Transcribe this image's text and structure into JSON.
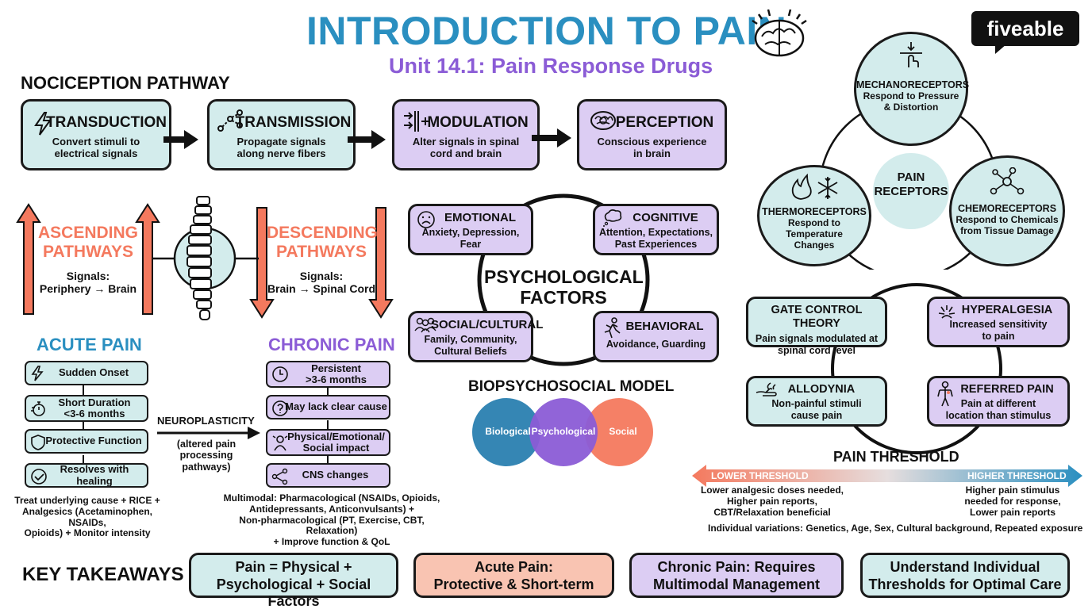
{
  "title": "INTRODUCTION TO PAIN",
  "subtitle": "Unit 14.1: Pain Response Drugs",
  "logo": "fiveable",
  "nociception": {
    "heading": "NOCICEPTION PATHWAY",
    "steps": [
      {
        "title": "TRANSDUCTION",
        "desc": "Convert stimuli to electrical signals",
        "icon": "lightning-icon"
      },
      {
        "title": "TRANSMISSION",
        "desc": "Propagate signals along nerve fibers",
        "icon": "network-icon"
      },
      {
        "title": "MODULATION",
        "desc": "Alter signals in spinal cord and brain",
        "icon": "modulation-icon"
      },
      {
        "title": "PERCEPTION",
        "desc": "Conscious experience in brain",
        "icon": "brain-icon"
      }
    ]
  },
  "pathways": {
    "ascending": {
      "title1": "ASCENDING",
      "title2": "PATHWAYS",
      "sig1": "Signals:",
      "sig2": "Periphery → Brain"
    },
    "descending": {
      "title1": "DESCENDING",
      "title2": "PATHWAYS",
      "sig1": "Signals:",
      "sig2": "Brain → Spinal Cord"
    }
  },
  "acute": {
    "heading": "ACUTE PAIN",
    "items": [
      {
        "text": "Sudden Onset",
        "icon": "lightning-icon"
      },
      {
        "text1": "Short Duration",
        "text2": "<3-6 months",
        "icon": "stopwatch-icon"
      },
      {
        "text": "Protective Function",
        "icon": "shield-icon"
      },
      {
        "text": "Resolves with healing",
        "icon": "check-circle-icon"
      }
    ],
    "treatment": [
      "Treat underlying cause + RICE +",
      "Analgesics (Acetaminophen, NSAIDs,",
      "Opioids) + Monitor intensity"
    ]
  },
  "neuroplasticity": {
    "label": "NEUROPLASTICITY",
    "sub1": "(altered pain",
    "sub2": "processing pathways)"
  },
  "chronic": {
    "heading": "CHRONIC PAIN",
    "items": [
      {
        "text1": "Persistent",
        "text2": ">3-6 months",
        "icon": "clock-icon"
      },
      {
        "text": "May lack clear cause",
        "icon": "question-icon"
      },
      {
        "text1": "Physical/Emotional/",
        "text2": "Social impact",
        "icon": "person-icon"
      },
      {
        "text": "CNS changes",
        "icon": "network-icon"
      }
    ],
    "treatment": [
      "Multimodal: Pharmacological (NSAIDs, Opioids,",
      "Antidepressants, Anticonvulsants) +",
      "Non-pharmacological (PT, Exercise, CBT, Relaxation)",
      "+ Improve function & QoL"
    ]
  },
  "psych": {
    "center1": "PSYCHOLOGICAL",
    "center2": "FACTORS",
    "emotional": {
      "title": "EMOTIONAL",
      "d1": "Anxiety, Depression,",
      "d2": "Fear",
      "icon": "sad-face-icon"
    },
    "cognitive": {
      "title": "COGNITIVE",
      "d1": "Attention, Expectations,",
      "d2": "Past Experiences",
      "icon": "thought-bubble-icon"
    },
    "social": {
      "title": "SOCIAL/CULTURAL",
      "d1": "Family, Community,",
      "d2": "Cultural Beliefs",
      "icon": "group-icon"
    },
    "behavioral": {
      "title": "BEHAVIORAL",
      "d1": "Avoidance, Guarding",
      "icon": "running-icon"
    }
  },
  "bps": {
    "heading": "BIOPSYCHOSOCIAL MODEL",
    "circles": [
      "Biological",
      "Psychological",
      "Social"
    ],
    "colors": [
      "#2a7fb0",
      "#8b5cd6",
      "#f4795e"
    ]
  },
  "receptors": {
    "center1": "PAIN",
    "center2": "RECEPTORS",
    "mech": {
      "title": "MECHANORECEPTORS",
      "d1": "Respond to Pressure",
      "d2": "& Distortion",
      "icon": "press-icon"
    },
    "thermo": {
      "title": "THERMORECEPTORS",
      "d1": "Respond to",
      "d2": "Temperature",
      "d3": "Changes",
      "icon": "flame-snowflake-icon"
    },
    "chemo": {
      "title": "CHEMORECEPTORS",
      "d1": "Respond to Chemicals",
      "d2": "from Tissue Damage",
      "icon": "molecule-icon"
    }
  },
  "concepts": {
    "gate": {
      "title": "GATE CONTROL THEORY",
      "d1": "Pain signals modulated at",
      "d2": "spinal cord level"
    },
    "hyper": {
      "title": "HYPERALGESIA",
      "d1": "Increased sensitivity",
      "d2": "to pain",
      "icon": "burst-icon"
    },
    "allo": {
      "title": "ALLODYNIA",
      "d1": "Non-painful stimuli",
      "d2": "cause pain",
      "icon": "hand-icon"
    },
    "referred": {
      "title": "REFERRED PAIN",
      "d1": "Pain at different",
      "d2": "location than stimulus",
      "icon": "body-icon"
    }
  },
  "threshold": {
    "heading": "PAIN THRESHOLD",
    "lower": "LOWER THRESHOLD",
    "higher": "HIGHER THRESHOLD",
    "lowerDesc": [
      "Lower analgesic doses needed,",
      "Higher pain reports,",
      "CBT/Relaxation beneficial"
    ],
    "higherDesc": [
      "Higher pain stimulus",
      "needed for response,",
      "Lower pain reports"
    ],
    "variations": "Individual variations: Genetics, Age, Sex, Cultural background, Repeated exposure"
  },
  "takeaways": {
    "heading": "KEY TAKEAWAYS",
    "items": [
      {
        "l1": "Pain = Physical +",
        "l2": "Psychological + Social Factors"
      },
      {
        "l1": "Acute Pain:",
        "l2": "Protective & Short-term"
      },
      {
        "l1": "Chronic Pain: Requires",
        "l2": "Multimodal Management"
      },
      {
        "l1": "Understand Individual",
        "l2": "Thresholds for Optimal Care"
      }
    ]
  }
}
